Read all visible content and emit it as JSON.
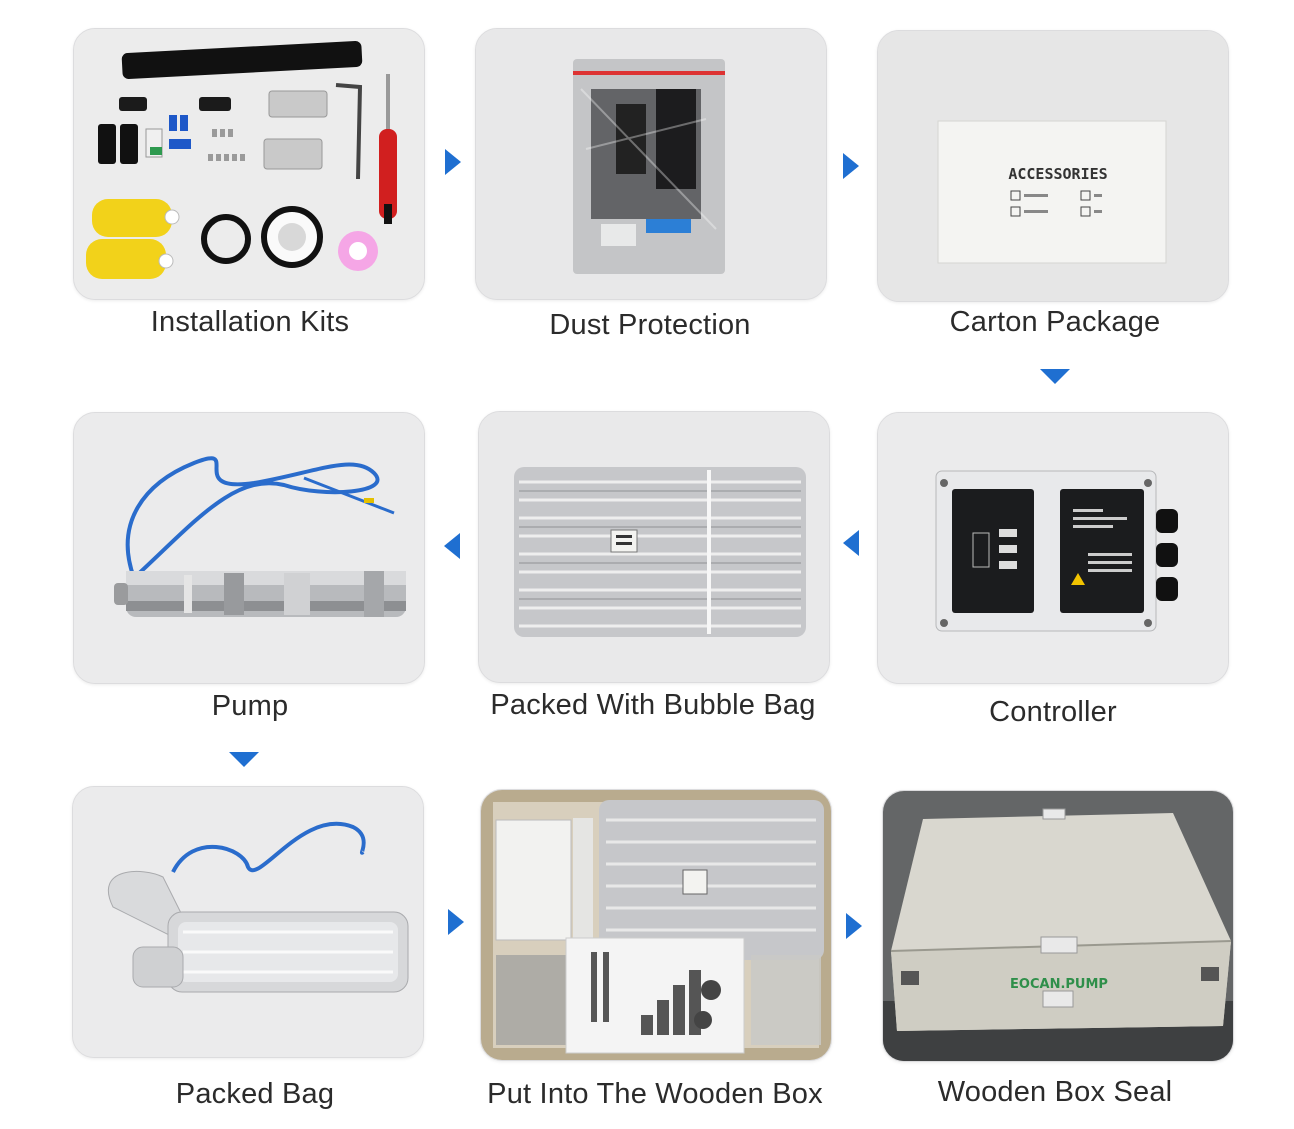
{
  "accent_color": "#1f6fd1",
  "steps": [
    {
      "label": "Installation Kits"
    },
    {
      "label": "Dust Protection"
    },
    {
      "label": "Carton Package"
    },
    {
      "label": "Pump"
    },
    {
      "label": "Packed With Bubble Bag"
    },
    {
      "label": "Controller"
    },
    {
      "label": "Packed Bag"
    },
    {
      "label": "Put Into The Wooden Box"
    },
    {
      "label": "Wooden Box Seal"
    }
  ],
  "carton_label": "ACCESSORIES",
  "wooden_box_brand": "EOCAN.PUMP",
  "icons": [
    "arrow-right-icon",
    "arrow-left-icon",
    "arrow-down-icon"
  ]
}
